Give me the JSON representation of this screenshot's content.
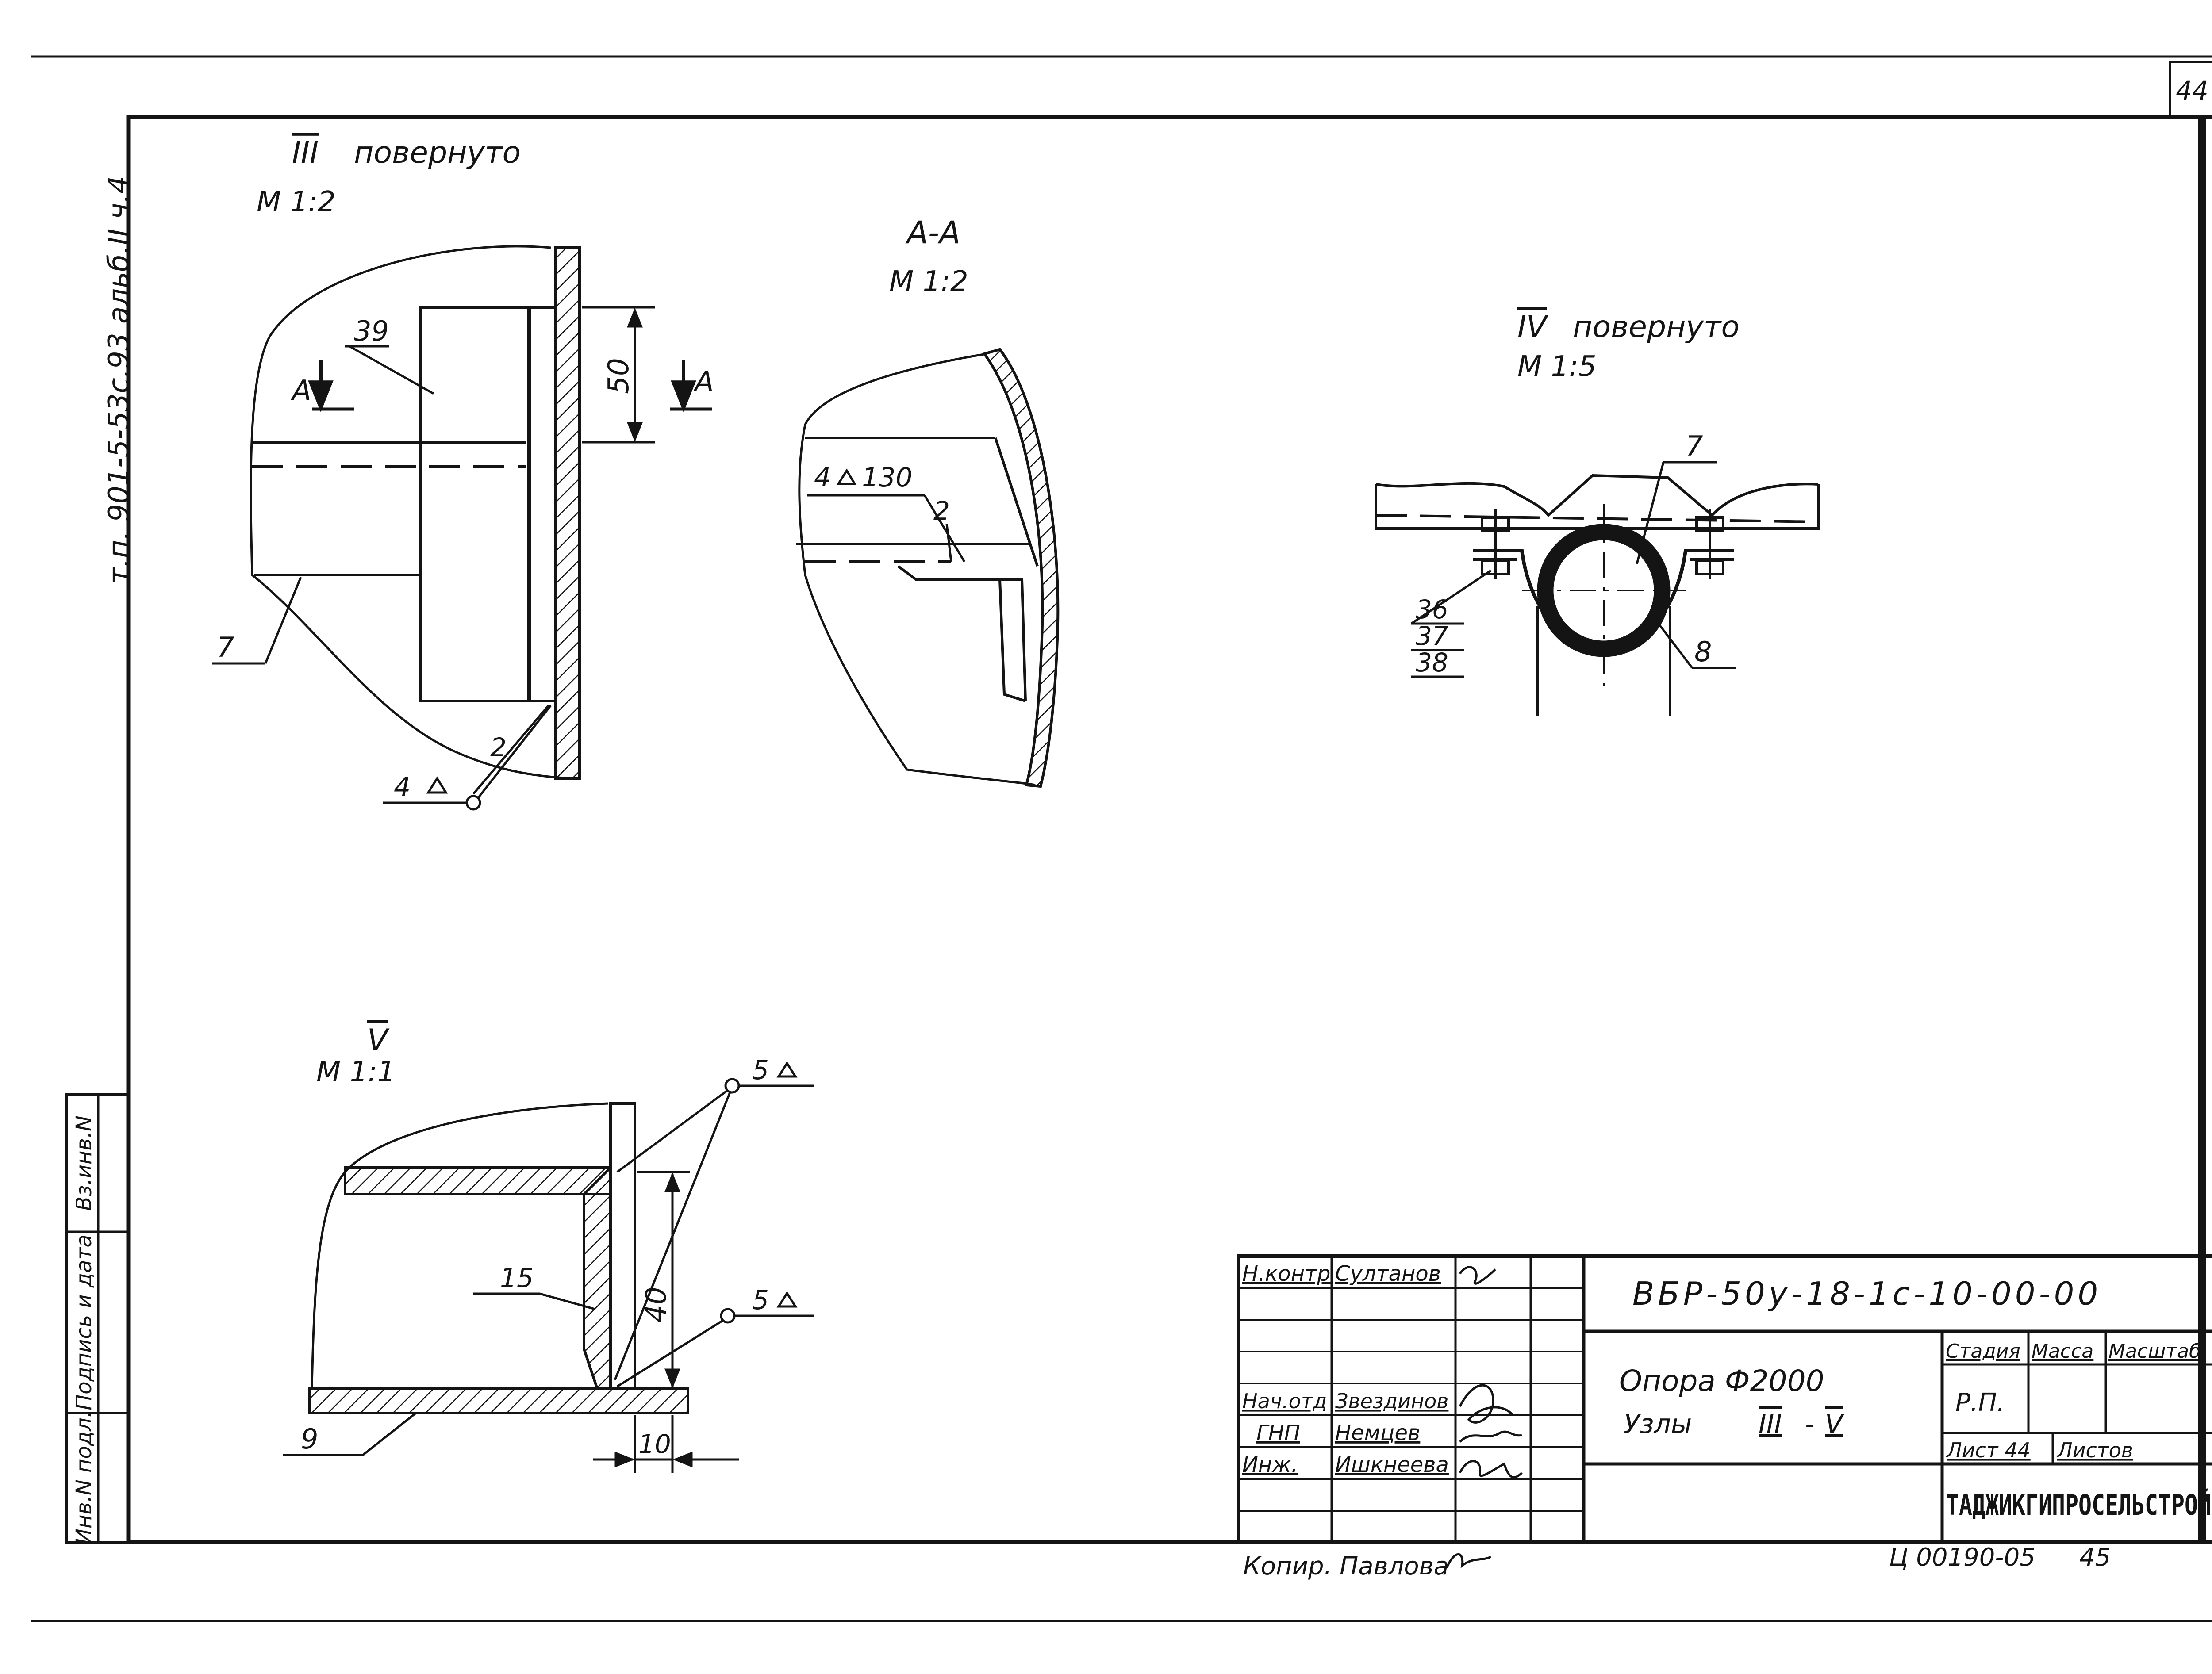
{
  "sheet_number": "44",
  "side_stamp": "т.п. 901-5-53с.93 альб.II ч.4",
  "left_strip": {
    "inv_orig": "Инв.N подл.",
    "sign_date": "Подпись и дата",
    "vz_inv": "Вз.инв.N"
  },
  "view_iii": {
    "title_numeral": "III",
    "title_word": "повернуто",
    "scale": "М 1:2",
    "section_mark": "А",
    "labels": {
      "part_39": "39",
      "dim_50": "50",
      "part_7": "7",
      "weld_2": "2",
      "weld_4": "4"
    }
  },
  "view_aa": {
    "title": "А-А",
    "scale": "М 1:2",
    "labels": {
      "weld": "4",
      "pitch": "130",
      "weld_2": "2"
    }
  },
  "view_iv": {
    "title_numeral": "IV",
    "title_word": "повернуто",
    "scale": "М 1:5",
    "labels": {
      "part_7": "7",
      "part_36": "36",
      "part_37": "37",
      "part_38": "38",
      "part_8": "8"
    }
  },
  "view_v": {
    "title_numeral": "V",
    "scale": "М 1:1",
    "labels": {
      "weld_top": "5",
      "weld_mid": "5",
      "part_15": "15",
      "dim_40": "40",
      "part_9": "9",
      "dim_10": "10"
    }
  },
  "title_block": {
    "code": "ВБР-50у-18-1с-10-00-00",
    "name_line1": "Опора Ф2000",
    "name_line2_prefix": "Узлы",
    "name_line2_a": "III",
    "name_line2_dash": "-",
    "name_line2_b": "V",
    "roles": [
      {
        "role": "Н.контр",
        "person": "Султанов"
      },
      {
        "role": "",
        "person": ""
      },
      {
        "role": "",
        "person": ""
      },
      {
        "role": "",
        "person": ""
      },
      {
        "role": "Нач.отд",
        "person": "Звездинов"
      },
      {
        "role": "ГНП",
        "person": "Немцев"
      },
      {
        "role": "Инж.",
        "person": "Ишкнеева"
      },
      {
        "role": "",
        "person": ""
      },
      {
        "role": "",
        "person": ""
      }
    ],
    "stage_header": "Стадия",
    "mass_header": "Масса",
    "scale_header": "Масштаб",
    "stage_value": "Р.П.",
    "sheet_label": "Лист 44",
    "sheets_label": "Листов",
    "organization": "ТАДЖИКГИПРОСЕЛЬСТРОЙ"
  },
  "footer": {
    "copied_by": "Копир. Павлова",
    "order_code": "Ц 00190-05",
    "order_number": "45"
  }
}
